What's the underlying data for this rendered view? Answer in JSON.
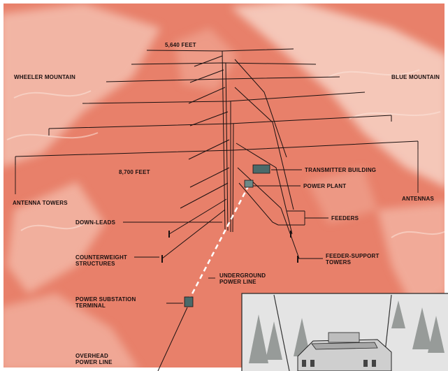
{
  "labels": {
    "span_upper": "5,640 FEET",
    "span_lower": "8,700 FEET",
    "wheeler": "WHEELER MOUNTAIN",
    "blue": "BLUE MOUNTAIN",
    "antenna_towers": "ANTENNA TOWERS",
    "antennas": "ANTENNAS",
    "transmitter": "TRANSMITTER BUILDING",
    "power_plant": "POWER PLANT",
    "feeders": "FEEDERS",
    "down_leads": "DOWN-LEADS",
    "counterweight": "COUNTERWEIGHT STRUCTURES",
    "feeder_support": "FEEDER-SUPPORT TOWERS",
    "underground": "UNDERGROUND POWER LINE",
    "substation": "POWER SUBSTATION TERMINAL",
    "overhead": "OVERHEAD POWER LINE"
  },
  "colors": {
    "background": "#e8806a",
    "highlight": "#f8d8cc",
    "ink": "#1a1010",
    "inset_bg": "#e8e8e8"
  }
}
